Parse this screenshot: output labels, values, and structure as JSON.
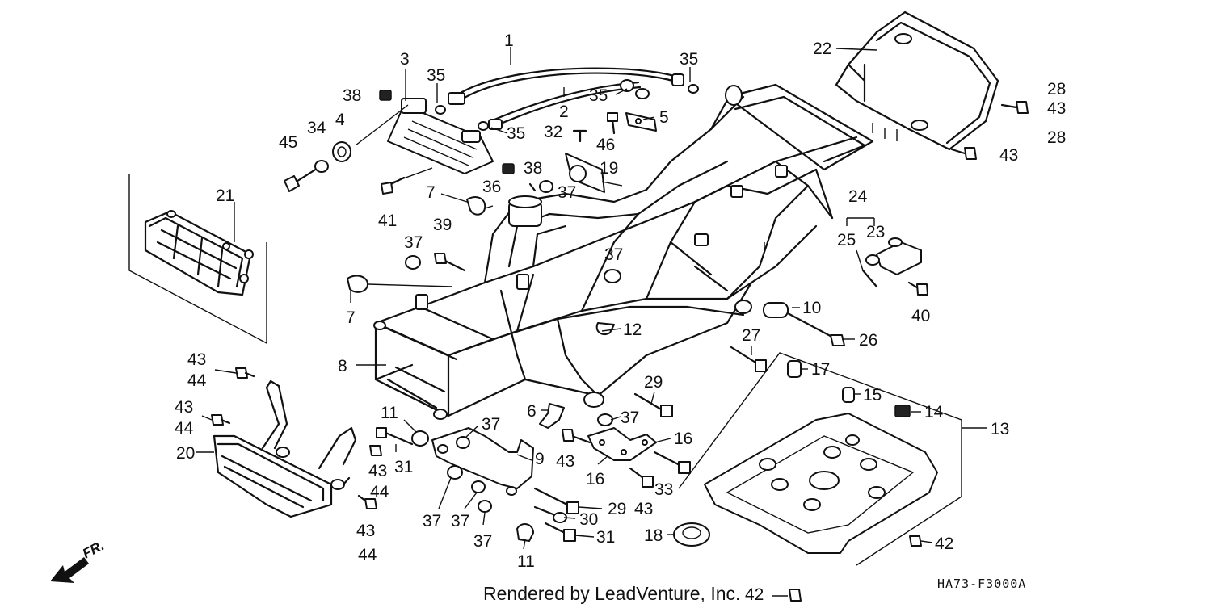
{
  "diagram": {
    "callouts": [
      "1",
      "2",
      "3",
      "4",
      "5",
      "6",
      "7",
      "8",
      "9",
      "10",
      "11",
      "12",
      "13",
      "14",
      "15",
      "16",
      "17",
      "18",
      "19",
      "20",
      "21",
      "22",
      "23",
      "24",
      "25",
      "26",
      "27",
      "28",
      "29",
      "30",
      "31",
      "32",
      "33",
      "34",
      "35",
      "36",
      "37",
      "38",
      "39",
      "40",
      "41",
      "42",
      "43",
      "44",
      "45",
      "46"
    ],
    "direction_label": "FR.",
    "footer_credit": "Rendered by LeadVenture, Inc.",
    "footer_ref": "42",
    "diagram_code": "HA73-F3000A"
  }
}
